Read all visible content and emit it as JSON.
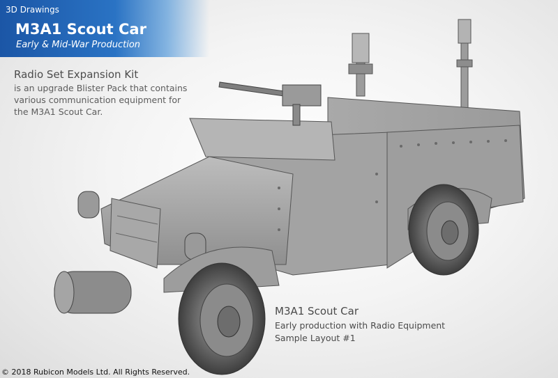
{
  "header": {
    "label": "3D Drawings",
    "title": "M3A1 Scout Car",
    "subtitle": "Early  & Mid-War Production"
  },
  "kit": {
    "title": "Radio Set Expansion Kit",
    "description": "is an upgrade Blister Pack that contains various communication equipment for the M3A1 Scout Car."
  },
  "caption": {
    "title": "M3A1 Scout Car",
    "line1": "Early production with Radio Equipment",
    "line2": "Sample Layout #1"
  },
  "footer": {
    "copyright": "© 2018 Rubicon Models Ltd. All Rights Reserved."
  }
}
